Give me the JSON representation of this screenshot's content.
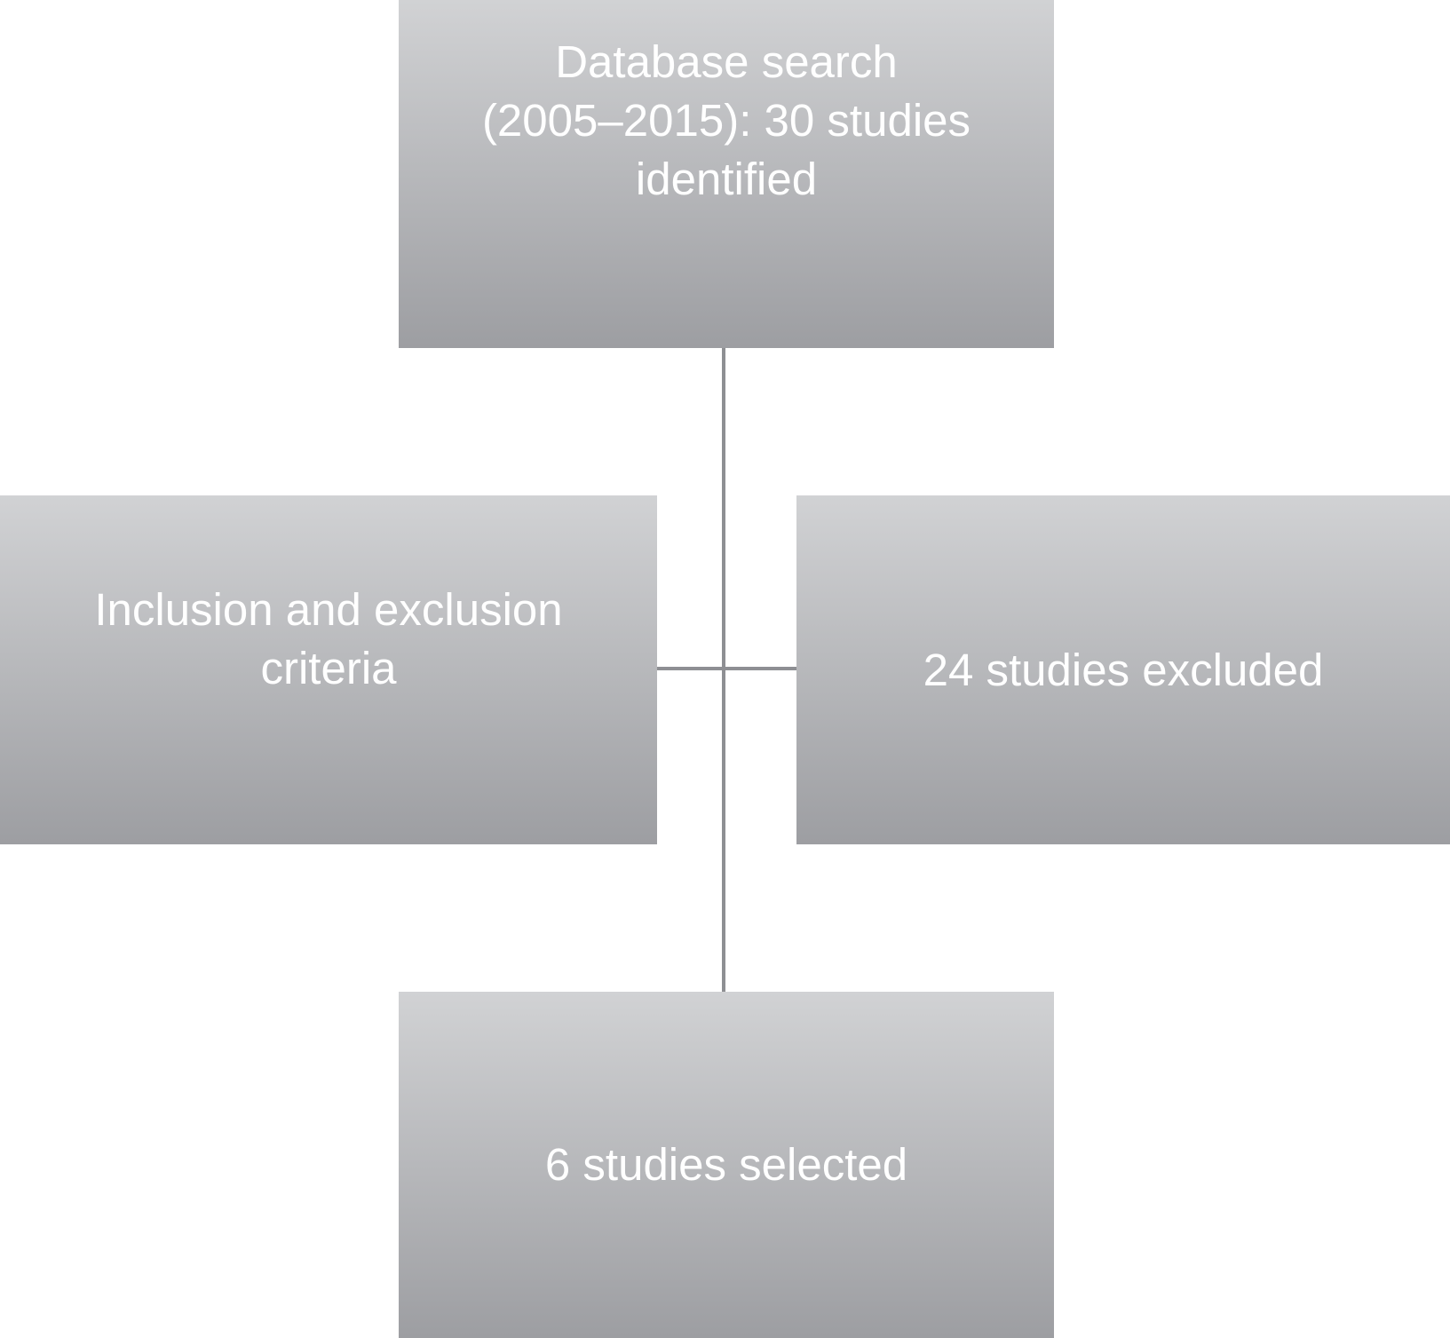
{
  "diagram": {
    "search_box": {
      "lines": [
        "Database search",
        "(2005–2015): 30 studies",
        "identified"
      ]
    },
    "criteria_box": {
      "lines": [
        "Inclusion and exclusion",
        "criteria"
      ]
    },
    "excluded_box": {
      "label": "24 studies excluded"
    },
    "selected_box": {
      "label": "6 studies selected"
    },
    "colors": {
      "box_top": "#d1d2d4",
      "box_bottom": "#9d9ea2",
      "connector": "#8e8f93",
      "text": "#ffffff"
    }
  }
}
